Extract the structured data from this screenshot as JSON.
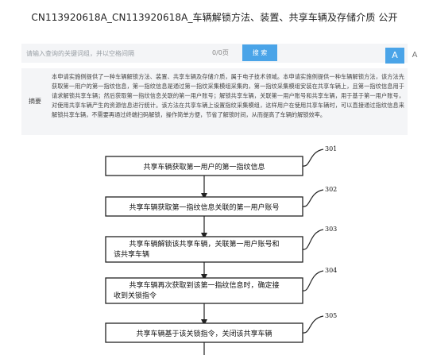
{
  "page_title": "CN113920618A_CN113920618A_车辆解锁方法、装置、共享车辆及存储介质 公开",
  "search": {
    "placeholder": "请输入查询的关键词组，并以空格间隔",
    "page_count": "0/0页",
    "button_label": "搜 索"
  },
  "font_controls": {
    "large": "A",
    "small": "A"
  },
  "abstract": {
    "label": "摘要",
    "text": "本申请实施例提供了一种车辆解锁方法、装置、共享车辆及存储介质，属于电子技术领域。本申请实施例提供一种车辆解锁方法，该方法先获取第一用户的第一指纹信息，第一指纹信息是通过第一指纹采集模组采集的，第一指纹采集模组安装在共享车辆上，且第一指纹信息用于请求解锁共享车辆；然后获取第一指纹信息关联的第一用户账号；解锁共享车辆，关联第一用户账号和共享车辆，用于基于第一用户账号，对使用共享车辆产生的资源信息进行统计。该方法在共享车辆上设置指纹采集模组，这样用户在使用共享车辆时，可以直接通过指纹信息来解锁共享车辆，不需要再通过终端扫码解锁，操作简单方便，节省了解锁时间，从而提高了车辆的解锁效率。"
  },
  "flowchart": {
    "steps": [
      {
        "id": "301",
        "lines": [
          "共享车辆获取第一用户的第一指纹信息"
        ]
      },
      {
        "id": "302",
        "lines": [
          "共享车辆获取第一指纹信息关联的第一用户账号"
        ]
      },
      {
        "id": "303",
        "lines": [
          "共享车辆解锁该共享车辆，关联第一用户账号和",
          "该共享车辆"
        ]
      },
      {
        "id": "304",
        "lines": [
          "共享车辆再次获取到该第一指纹信息时，确定接",
          "收到关锁指令"
        ]
      },
      {
        "id": "305",
        "lines": [
          "共享车辆基于该关锁指令，关闭该共享车辆"
        ]
      }
    ]
  }
}
